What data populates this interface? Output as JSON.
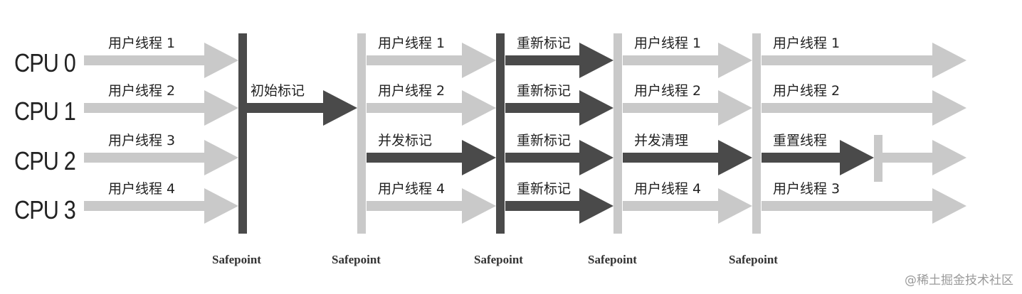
{
  "cpus": [
    "CPU 0",
    "CPU 1",
    "CPU 2",
    "CPU 3"
  ],
  "safepoint_labels": [
    "Safepoint",
    "Safepoint",
    "Safepoint",
    "Safepoint",
    "Safepoint"
  ],
  "phases": [
    {
      "arrows": [
        {
          "row": 0,
          "shade": "light",
          "label": "用户线程 1"
        },
        {
          "row": 1,
          "shade": "light",
          "label": "用户线程 2"
        },
        {
          "row": 2,
          "shade": "light",
          "label": "用户线程 3"
        },
        {
          "row": 3,
          "shade": "light",
          "label": "用户线程 4"
        }
      ]
    },
    {
      "arrows": [
        {
          "row": 1,
          "shade": "dark",
          "label": "初始标记"
        }
      ]
    },
    {
      "arrows": [
        {
          "row": 0,
          "shade": "light",
          "label": "用户线程 1"
        },
        {
          "row": 1,
          "shade": "light",
          "label": "用户线程 2"
        },
        {
          "row": 2,
          "shade": "dark",
          "label": "并发标记"
        },
        {
          "row": 3,
          "shade": "light",
          "label": "用户线程 4"
        }
      ]
    },
    {
      "arrows": [
        {
          "row": 0,
          "shade": "dark",
          "label": "重新标记"
        },
        {
          "row": 1,
          "shade": "dark",
          "label": "重新标记"
        },
        {
          "row": 2,
          "shade": "dark",
          "label": "重新标记"
        },
        {
          "row": 3,
          "shade": "dark",
          "label": "重新标记"
        }
      ]
    },
    {
      "arrows": [
        {
          "row": 0,
          "shade": "light",
          "label": "用户线程 1"
        },
        {
          "row": 1,
          "shade": "light",
          "label": "用户线程 2"
        },
        {
          "row": 2,
          "shade": "dark",
          "label": "并发清理"
        },
        {
          "row": 3,
          "shade": "light",
          "label": "用户线程 4"
        }
      ]
    },
    {
      "arrows": [
        {
          "row": 0,
          "shade": "light",
          "label": "用户线程 1"
        },
        {
          "row": 1,
          "shade": "light",
          "label": "用户线程 2"
        },
        {
          "row": 2,
          "shade": "dark",
          "label": "重置线程",
          "short": true
        },
        {
          "row": 3,
          "shade": "light",
          "label": "用户线程 3"
        }
      ]
    }
  ],
  "barriers": [
    "dark",
    "light",
    "dark",
    "light",
    "light"
  ],
  "colors": {
    "light": "#c9c9c9",
    "dark": "#4a4a4a",
    "text": "#222222"
  },
  "watermark": "@稀土掘金技术社区"
}
